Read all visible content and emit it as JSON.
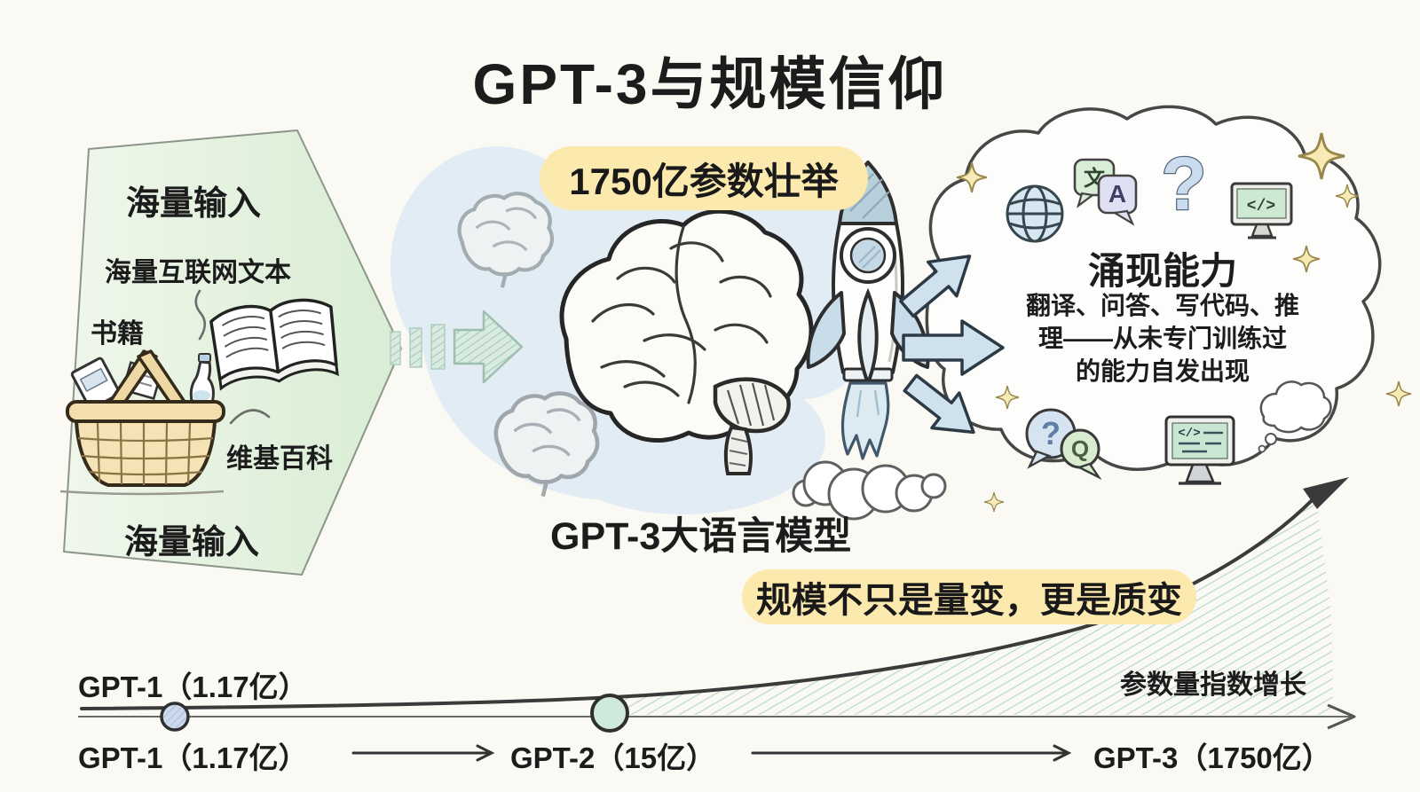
{
  "title": "GPT-3与规模信仰",
  "funnel": {
    "top_label": "海量输入",
    "source_internet": "海量互联网文本",
    "source_books": "书籍",
    "source_wiki": "维基百科",
    "bottom_label": "海量输入"
  },
  "model": {
    "badge": "1750亿参数壮举",
    "caption": "GPT-3大语言模型"
  },
  "emergence": {
    "title": "涌现能力",
    "lines": [
      "翻译、问答、写代码、推",
      "理——从未专门训练过",
      "的能力自发出现"
    ]
  },
  "banner": "规模不只是量变，更是质变",
  "timeline": {
    "growth_label": "参数量指数增长",
    "top_label": "GPT-1（1.17亿）",
    "models": [
      {
        "name": "GPT-1",
        "params": "1.17亿",
        "label": "GPT-1（1.17亿）"
      },
      {
        "name": "GPT-2",
        "params": "15亿",
        "label": "GPT-2（15亿）"
      },
      {
        "name": "GPT-3",
        "params": "1750亿",
        "label": "GPT-3（1750亿）"
      }
    ]
  },
  "glyphs": {
    "translate_zh": "文",
    "translate_a": "A",
    "question": "?",
    "qa_question": "?",
    "qa_q": "Q",
    "code": "</>",
    "code2": "</>"
  },
  "colors": {
    "background": "#faf9f4",
    "funnel_green_light": "#eef6e8",
    "funnel_green_dark": "#dbeed6",
    "blob_blue": "#e2ecf4",
    "highlight_yellow": "#fce9ae",
    "arrow_blue_fill": "#d0e1ee",
    "arrow_blue_stroke": "#2c3a46",
    "teal_hatch": "#a4c9ba",
    "sparkle_yellow": "#f7eab5",
    "ink": "#1c1c1c"
  }
}
